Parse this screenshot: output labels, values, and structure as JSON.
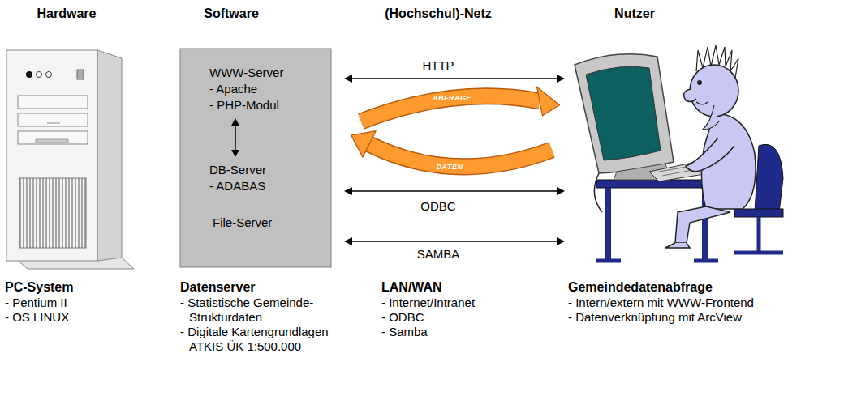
{
  "diagram": {
    "nodes": [
      {
        "text": [
          "File-Server"
        ]
      },
      {
        "text": [
          "WWW-Server",
          "- Apache",
          "- PHP-Modul"
        ],
        "in": 0
      },
      {
        "text": [
          "DB-Server",
          "- ADABAS"
        ],
        "in": 0
      }
    ],
    "edges": [
      {
        "from": 1,
        "to": 2,
        "arrow": "both"
      }
    ],
    "labels": [
      "Hardware",
      "Software",
      "(Hochschul)-Netz",
      "Nutzer",
      "HTTP",
      "ABFRAGE",
      "DATEN",
      "ODBC",
      "SAMBA",
      "PC-System",
      "- Pentium II",
      "- OS LINUX",
      "Datenserver",
      "- Statistische Gemeinde- Strukturdaten",
      "- Digitale Kartengrundlagen ATKIS ÜK 1:500.000",
      "LAN/WAN",
      "- Internet/Intranet",
      "- ODBC",
      "- Samba",
      "Gemeindedatenabfrage",
      "- Intern/extern mit WWW-Frontend",
      "- Datenverknüpfung mit ArcView"
    ]
  }
}
